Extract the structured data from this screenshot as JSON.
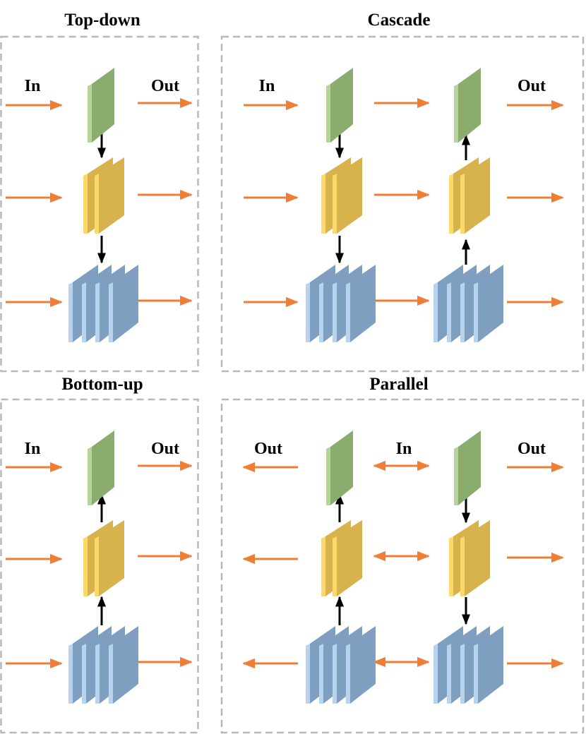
{
  "colors": {
    "orange": "#ef7d35",
    "black": "#000000",
    "dash": "#b8b8b8",
    "green_face": "#8aac6c",
    "green_edge": "#b6d39c",
    "yellow_face": "#d8b24c",
    "yellow_edge": "#fbd96a",
    "blue_face": "#7f9fc0",
    "blue_edge": "#b7d3ee"
  },
  "panels": [
    {
      "id": "top-down",
      "title": "Top-down",
      "labels": {
        "in": "In",
        "out": "Out"
      }
    },
    {
      "id": "cascade",
      "title": "Cascade",
      "labels": {
        "in": "In",
        "out": "Out"
      }
    },
    {
      "id": "bottom-up",
      "title": "Bottom-up",
      "labels": {
        "in": "In",
        "out": "Out"
      }
    },
    {
      "id": "parallel",
      "title": "Parallel",
      "labels": {
        "out_left": "Out",
        "in": "In",
        "out_right": "Out"
      }
    }
  ]
}
